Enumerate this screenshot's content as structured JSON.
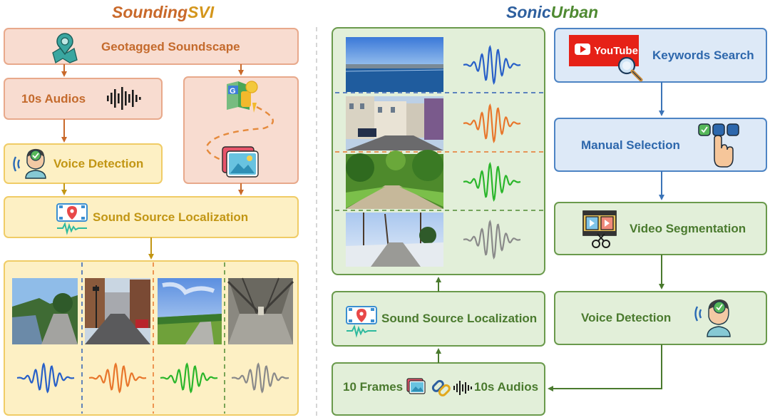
{
  "titles": {
    "left_prefix": "Sounding",
    "left_suffix": "SVI",
    "right_prefix": "Sonic",
    "right_suffix": "Urban"
  },
  "left": {
    "geotagged": "Geotagged Soundscape",
    "audios": "10s Audios",
    "voice": "Voice Detection",
    "ssl": "Sound Source Localization"
  },
  "right": {
    "keywords": "Keywords Search",
    "manual": "Manual Selection",
    "segmentation": "Video Segmentation",
    "voice": "Voice Detection",
    "ssl": "Sound Source Localization",
    "frames": "10 Frames",
    "audios": "10s Audios",
    "youtube": "YouTube"
  },
  "icons": [
    "map-pin-icon",
    "soundwave-icon",
    "voice-detection-icon",
    "google-street-view-icon",
    "image-stack-icon",
    "sound-localization-icon",
    "youtube-logo-icon",
    "magnifier-icon",
    "checkbox-hand-icon",
    "film-scissors-icon",
    "link-icon"
  ],
  "colors": {
    "left_title": "#c9692a",
    "left_title_accent": "#d4961c",
    "right_title": "#2d5f9e",
    "right_title_accent": "#4f8a32",
    "salmon_fill": "#f8dcd0",
    "salmon_border": "#e8a98b",
    "salmon_text": "#c46a2c",
    "yellow_fill": "#fdf0c4",
    "yellow_border": "#f0cc66",
    "yellow_text": "#c29614",
    "blue_fill": "#dde9f7",
    "blue_border": "#4d84c4",
    "blue_text": "#2d67ac",
    "green_fill": "#e2efd9",
    "green_border": "#6a9a4c",
    "green_text": "#4a7a2e",
    "wave_blue": "#2860c8",
    "wave_orange": "#e8772c",
    "wave_green": "#2bb62b",
    "wave_gray": "#8a8a8a"
  }
}
